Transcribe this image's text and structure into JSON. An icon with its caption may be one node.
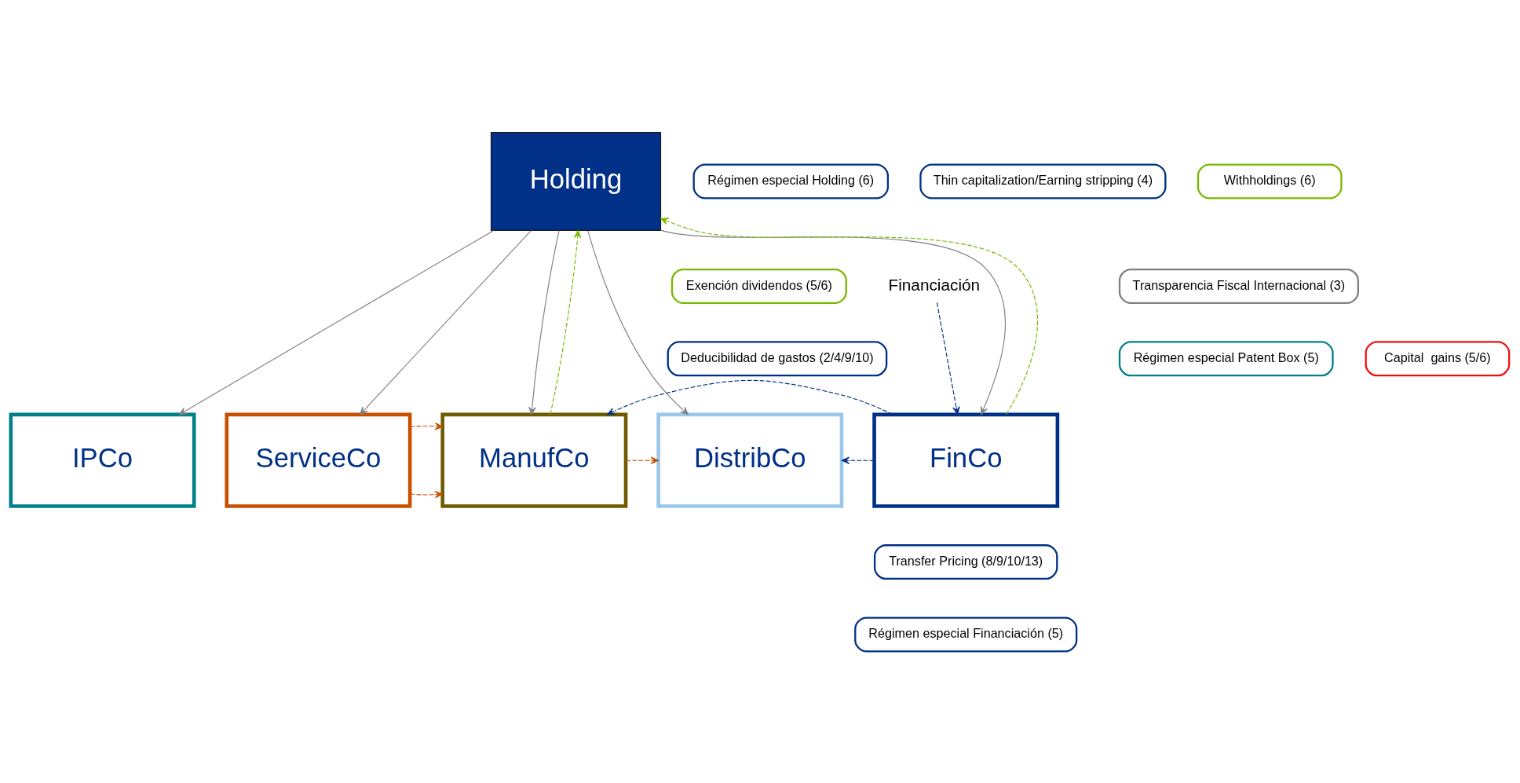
{
  "diagram": {
    "nodes": [
      {
        "text": [
          "Holding"
        ]
      },
      {
        "text": [
          "Régimen especial Holding (6)"
        ]
      },
      {
        "text": [
          "Thin capitalization/Earning stripping (4)"
        ]
      },
      {
        "text": [
          "Withholdings (6)"
        ]
      },
      {
        "text": [
          "Exención dividendos (5/6)"
        ]
      },
      {
        "text": [
          "Transparencia Fiscal Internacional (3)"
        ]
      },
      {
        "text": [
          "Financiación"
        ]
      },
      {
        "text": [
          "Deducibilidad de gastos (2/4/9/10)"
        ]
      },
      {
        "text": [
          "Régimen especial Patent Box (5)"
        ]
      },
      {
        "text": [
          "Capital  gains (5/6)"
        ]
      },
      {
        "text": [
          "FinCo"
        ]
      },
      {
        "text": [
          "IPCo"
        ]
      },
      {
        "text": [
          "ServiceCo"
        ]
      },
      {
        "text": [
          "ManufCo"
        ]
      },
      {
        "text": [
          "DistribCo"
        ]
      },
      {
        "text": [
          "Transfer Pricing (8/9/10/13)"
        ]
      },
      {
        "text": [
          "Régimen especial Financiación (5)"
        ]
      }
    ],
    "edges": [
      {
        "from": 0,
        "to": 10,
        "arrow": "to"
      },
      {
        "from": 0,
        "to": 11,
        "arrow": "to"
      },
      {
        "from": 0,
        "to": 12,
        "arrow": "to"
      },
      {
        "from": 0,
        "to": 13,
        "arrow": "to"
      },
      {
        "from": 0,
        "to": 14,
        "arrow": "to"
      },
      {
        "from": 10,
        "to": 0,
        "arrow": "to",
        "style": "dashed",
        "color": "#7ab800"
      },
      {
        "from": 13,
        "to": 0,
        "arrow": "to",
        "style": "dashed",
        "color": "#7ab800"
      },
      {
        "from": 6,
        "to": 10,
        "arrow": "to",
        "style": "dashed",
        "color": "#003087"
      },
      {
        "from": 12,
        "to": 13,
        "arrow": "to",
        "style": "dashed",
        "color": "#c85000"
      },
      {
        "from": 12,
        "to": 13,
        "arrow": "to",
        "style": "dashed",
        "color": "#c85000"
      },
      {
        "from": 13,
        "to": 14,
        "arrow": "to",
        "style": "dashed",
        "color": "#c85000"
      },
      {
        "from": 10,
        "to": 13,
        "arrow": "to",
        "style": "dashed",
        "color": "#003087"
      },
      {
        "from": 10,
        "to": 14,
        "arrow": "to",
        "style": "dashed",
        "color": "#003087"
      }
    ]
  }
}
